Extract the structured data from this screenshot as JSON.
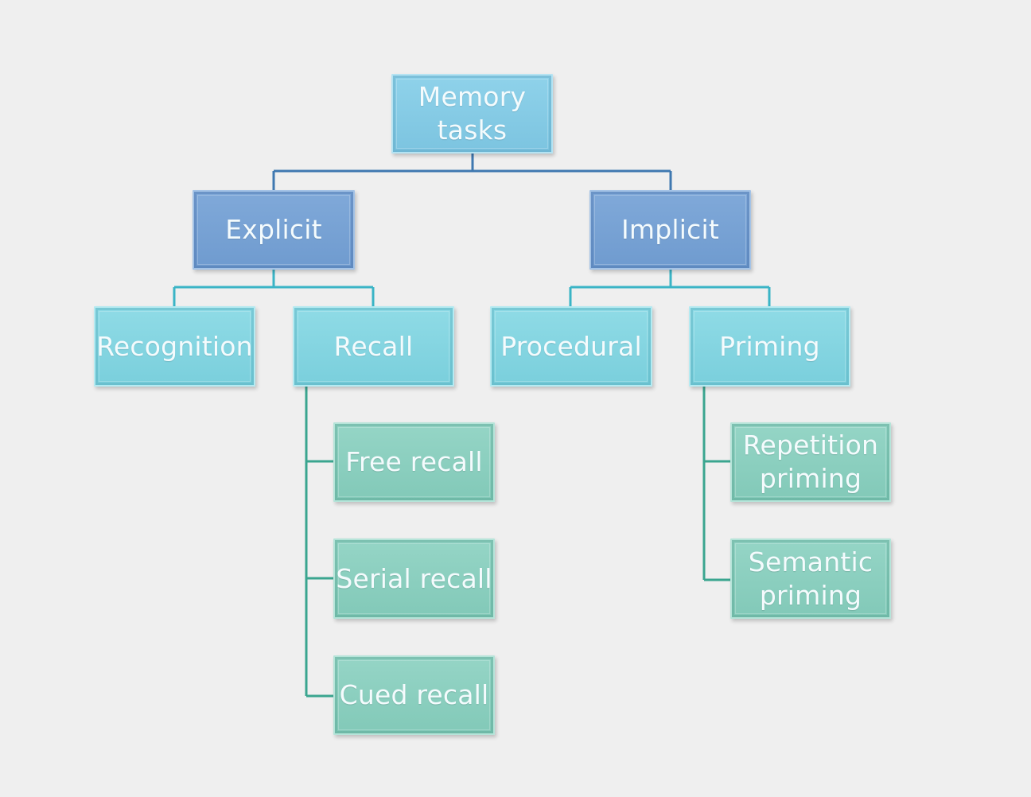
{
  "diagram": {
    "root": {
      "line1": "Memory",
      "line2": "tasks"
    },
    "explicit": "Explicit",
    "implicit": "Implicit",
    "recognition": "Recognition",
    "recall": "Recall",
    "procedural": "Procedural",
    "priming": "Priming",
    "free_recall": "Free recall",
    "serial_recall": "Serial recall",
    "cued_recall": "Cued recall",
    "repetition_priming": {
      "line1": "Repetition",
      "line2": "priming"
    },
    "semantic_priming": {
      "line1": "Semantic",
      "line2": "priming"
    }
  },
  "colors": {
    "background": "#efefef",
    "root_fill": "#86cce6",
    "level1_fill": "#77a2d4",
    "level2_fill": "#84d5e1",
    "level3_fill": "#8bcfbf",
    "connector_top": "#3f78b0",
    "connector_mid": "#3ab4c6",
    "connector_sub": "#3aa58f",
    "text": "#f4fbfd"
  }
}
